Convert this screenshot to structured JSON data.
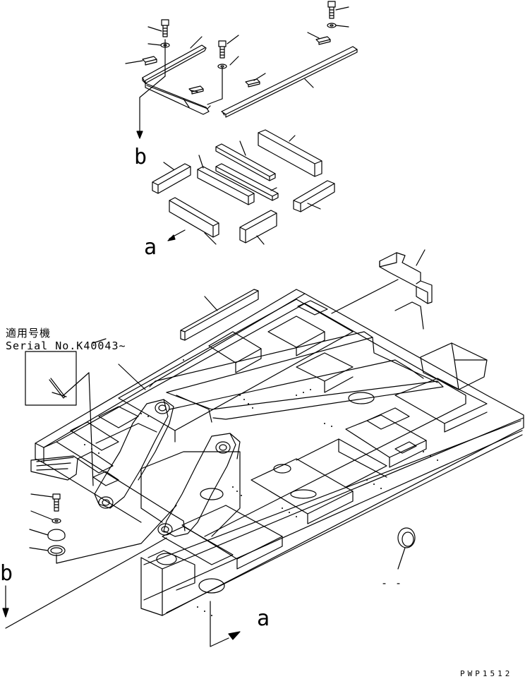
{
  "labels": {
    "b_top": "b",
    "a_top": "a",
    "b_left": "b",
    "a_bottom": "a",
    "serial_jp": "適用号機",
    "serial_no": "Serial No.K40043~",
    "dash": "- -",
    "drawing_code": "PWP1512"
  }
}
